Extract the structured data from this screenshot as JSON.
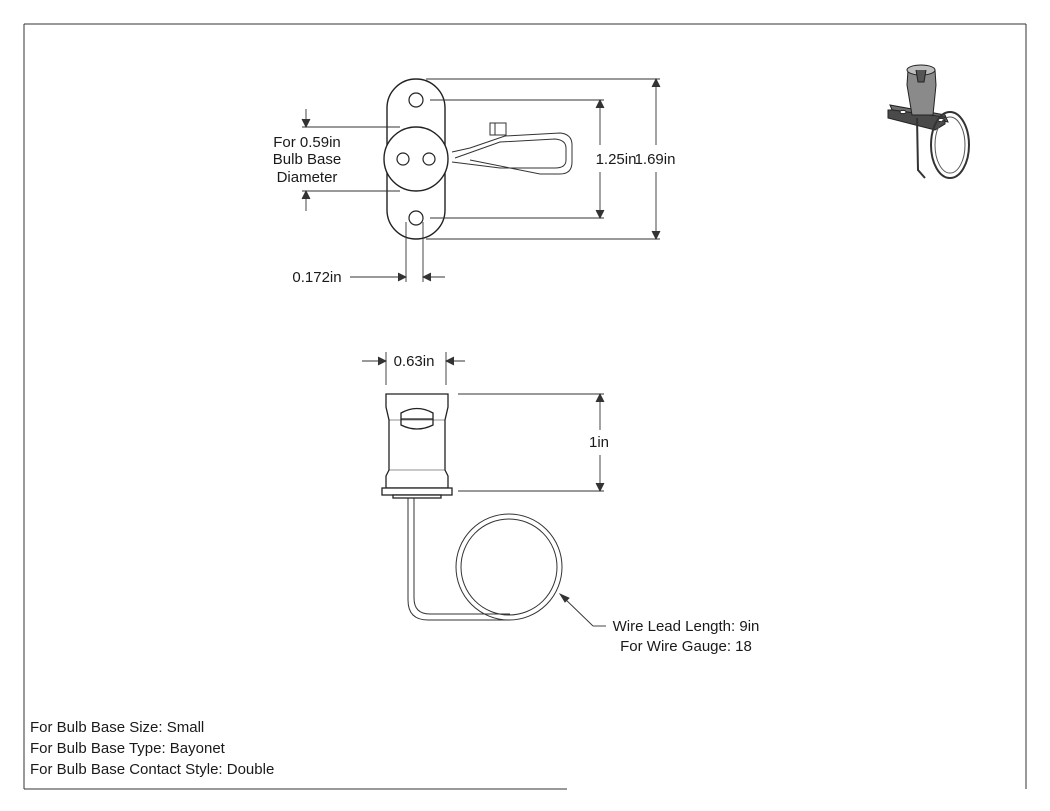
{
  "views": {
    "top": {
      "bulb_base_note": [
        "For 0.59in",
        "Bulb Base",
        "Diameter"
      ],
      "hole_spacing": "1.25in",
      "overall_length": "1.69in",
      "hole_diameter": "0.172in"
    },
    "side": {
      "width": "0.63in",
      "height": "1in",
      "wire_note": [
        "Wire Lead Length: 9in",
        "For Wire Gauge: 18"
      ]
    }
  },
  "specs": [
    "For Bulb Base Size: Small",
    "For Bulb Base Type: Bayonet",
    "For Bulb Base Contact Style: Double"
  ]
}
